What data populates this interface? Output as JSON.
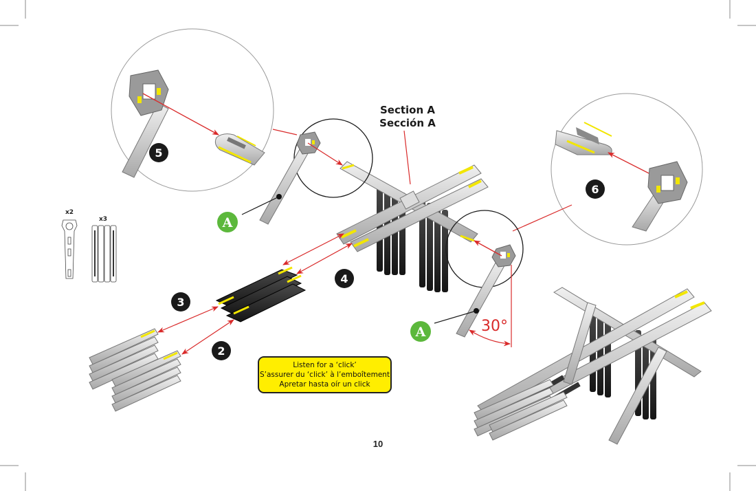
{
  "page": {
    "number": "10",
    "section_label_en": "Section A",
    "section_label_es": "Sección A"
  },
  "parts_legend": [
    {
      "part": "hub-connector-arm",
      "quantity": "x2"
    },
    {
      "part": "black-stacked-bar-set",
      "quantity": "x3"
    }
  ],
  "steps": [
    {
      "number": "2"
    },
    {
      "number": "3"
    },
    {
      "number": "4"
    },
    {
      "number": "5"
    },
    {
      "number": "6"
    }
  ],
  "callout_badges": [
    {
      "letter": "A"
    },
    {
      "letter": "A"
    }
  ],
  "angle_annotation": "30°",
  "notice": {
    "line_en": "Listen for a ‘click’",
    "line_fr": "S’assurer du ‘click’ à l’emboîtement",
    "line_es": "Apretar hasta oír un click"
  },
  "colors": {
    "arrow_red": "#d92a2a",
    "badge_green": "#5cb83c",
    "step_black": "#1a1a1a",
    "notice_yellow": "#ffee00",
    "part_grey": "#c8c8c8",
    "part_dark": "#2a2a2a",
    "highlight_yellow": "#f2e600"
  }
}
